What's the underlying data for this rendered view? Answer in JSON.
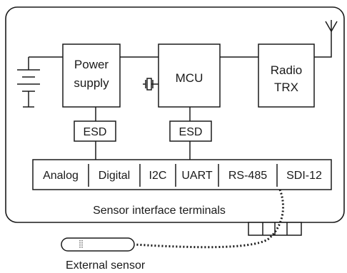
{
  "blocks": {
    "power_supply": {
      "line1": "Power",
      "line2": "supply"
    },
    "mcu": {
      "label": "MCU"
    },
    "radio": {
      "line1": "Radio",
      "line2": "TRX"
    },
    "esd_left": {
      "label": "ESD"
    },
    "esd_right": {
      "label": "ESD"
    }
  },
  "terminals": {
    "items": [
      "Analog",
      "Digital",
      "I2C",
      "UART",
      "RS-485",
      "SDI-12"
    ],
    "caption": "Sensor interface terminals"
  },
  "external": {
    "label": "External sensor"
  },
  "icons": [
    "battery-icon",
    "crystal-icon",
    "antenna-icon",
    "connector-icon",
    "sensor-probe-icon"
  ]
}
